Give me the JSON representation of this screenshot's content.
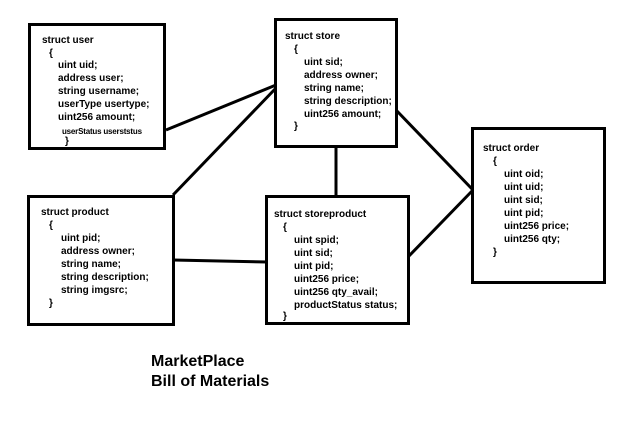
{
  "diagram": {
    "boxes": {
      "user": {
        "title": "struct user",
        "open": "{",
        "close": "}",
        "fields": [
          "uint uid;",
          "address user;",
          "string username;",
          "userType usertype;",
          "uint256 amount;"
        ],
        "small_field": "userStatus userststus"
      },
      "store": {
        "title": "struct store",
        "open": "{",
        "close": "}",
        "fields": [
          "uint sid;",
          "address owner;",
          "string name;",
          "string description;",
          "uint256 amount;"
        ]
      },
      "order": {
        "title": "struct order",
        "open": "{",
        "close": "}",
        "fields": [
          "uint oid;",
          "uint uid;",
          "uint sid;",
          "uint pid;",
          "uint256 price;",
          "uint256 qty;"
        ]
      },
      "product": {
        "title": "struct product",
        "open": "{",
        "close": "}",
        "fields": [
          "uint pid;",
          "address owner;",
          "string name;",
          "string description;",
          "string imgsrc;"
        ]
      },
      "storeproduct": {
        "title": "struct storeproduct",
        "open": "{",
        "close": "}",
        "fields": [
          "uint spid;",
          "uint sid;",
          "uint pid;",
          "uint256 price;",
          "uint256 qty_avail;",
          "productStatus status;"
        ]
      }
    },
    "caption": {
      "line1": "MarketPlace",
      "line2": "Bill of Materials"
    }
  }
}
